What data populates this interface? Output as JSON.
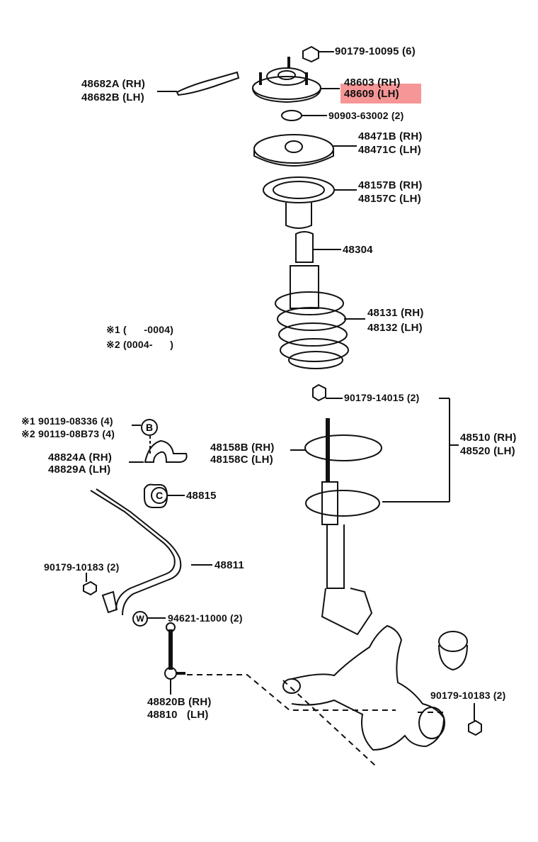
{
  "highlight_color": "#f05050",
  "labels": {
    "nut_top": "90179-10095 (6)",
    "brace_rh": "48682A (RH)",
    "brace_lh": "48682B (LH)",
    "support_rh": "48603 (RH)",
    "support_lh": "48609 (LH)",
    "nut_small": "90903-63002 (2)",
    "seat_upper_rh": "48471B (RH)",
    "seat_upper_lh": "48471C (LH)",
    "insulator_rh": "48157B (RH)",
    "insulator_lh": "48157C (LH)",
    "bumper": "48304",
    "spring_rh": "48131 (RH)",
    "spring_lh": "48132 (LH)",
    "note1": "※1 (      -0004)",
    "note2": "※2 (0004-      )",
    "bolt_strut": "90179-14015 (2)",
    "strut_rh": "48510 (RH)",
    "strut_lh": "48520 (LH)",
    "bolt_b1": "※1 90119-08336 (4)",
    "bolt_b2": "※2 90119-08B73 (4)",
    "seat_lower_rh": "48158B (RH)",
    "seat_lower_lh": "48158C (LH)",
    "bracket_rh": "48824A (RH)",
    "bracket_lh": "48829A (LH)",
    "bushing": "48815",
    "stabilizer_bar": "48811",
    "nut_left": "90179-10183 (2)",
    "washer": "94621-11000 (2)",
    "link_rh": "48820B (RH)",
    "link_lh": "48810   (LH)",
    "nut_right": "90179-10183 (2)"
  },
  "callouts": {
    "b": "B",
    "c": "C",
    "w": "W"
  }
}
